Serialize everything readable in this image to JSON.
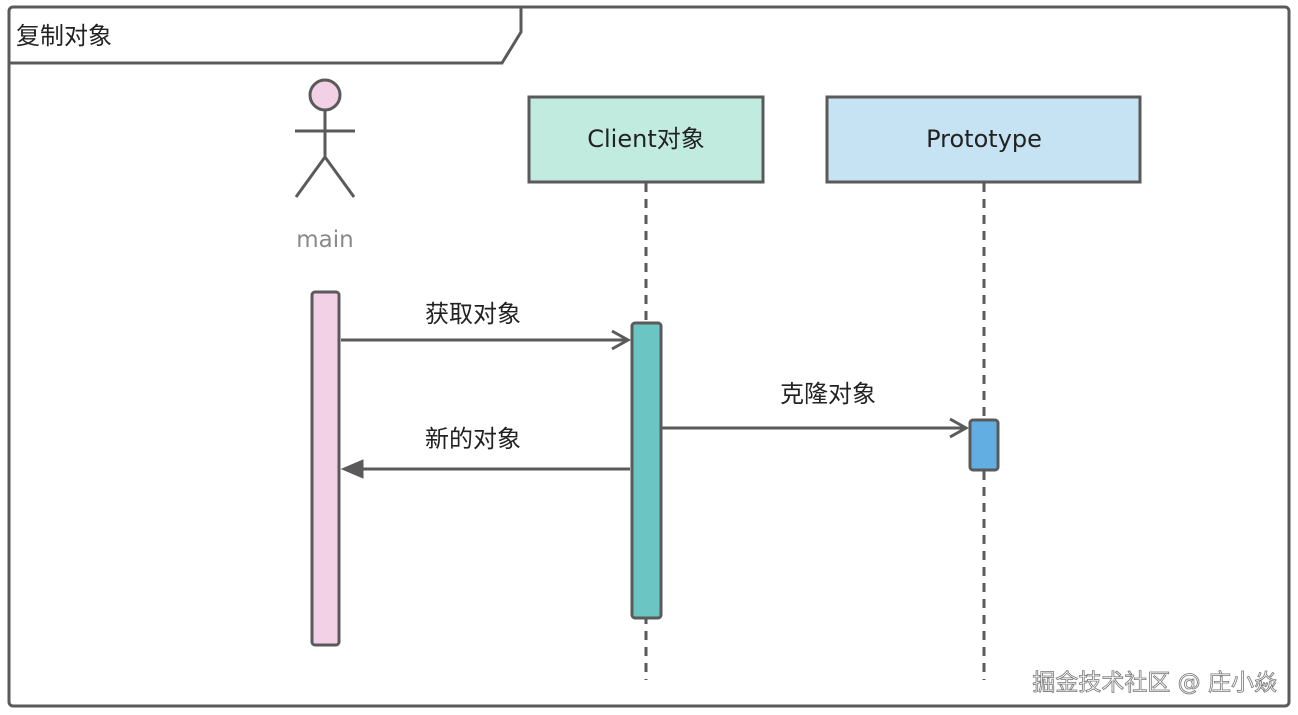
{
  "frame": {
    "title": "复制对象"
  },
  "actors": [
    {
      "id": "main",
      "label": "main",
      "kind": "actor",
      "color": "#f2d0e6"
    }
  ],
  "participants": [
    {
      "id": "client",
      "label": "Client对象",
      "fill": "#c2ebe0"
    },
    {
      "id": "prototype",
      "label": "Prototype",
      "fill": "#c6e3f3"
    }
  ],
  "activations": [
    {
      "owner": "main",
      "fill": "#f2d0e6"
    },
    {
      "owner": "client",
      "fill": "#6ac5c3"
    },
    {
      "owner": "prototype",
      "fill": "#62aee3"
    }
  ],
  "messages": [
    {
      "from": "main",
      "to": "client",
      "label": "获取对象",
      "type": "call"
    },
    {
      "from": "client",
      "to": "prototype",
      "label": "克隆对象",
      "type": "call"
    },
    {
      "from": "client",
      "to": "main",
      "label": "新的对象",
      "type": "return"
    }
  ],
  "watermark": "掘金技术社区 @ 庄小焱",
  "colors": {
    "stroke": "#5a5a5a",
    "text": "#222222",
    "actor_label": "#8a8a8a"
  }
}
